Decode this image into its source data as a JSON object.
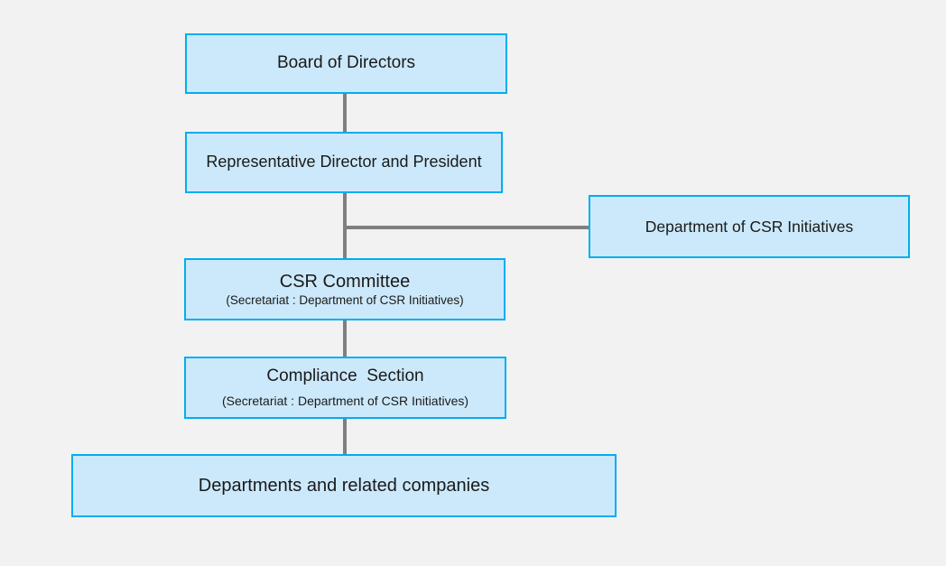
{
  "diagram": {
    "type": "org-chart",
    "colors": {
      "background": "#f2f2f2",
      "node_fill": "#cce9fb",
      "node_border": "#00aeef",
      "connector": "#7f7f7f",
      "text": "#1a1a1a"
    },
    "nodes": [
      {
        "id": "board-of-directors",
        "title": "Board of Directors"
      },
      {
        "id": "representative-director-and-president",
        "title": "Representative Director and President"
      },
      {
        "id": "department-of-csr-initiatives",
        "title": "Department of CSR Initiatives"
      },
      {
        "id": "csr-committee",
        "title": "CSR Committee",
        "subtitle": "(Secretariat : Department of CSR Initiatives)"
      },
      {
        "id": "compliance-section",
        "title": "Compliance  Section",
        "subtitle": "(Secretariat : Department of CSR Initiatives)"
      },
      {
        "id": "departments-and-related-companies",
        "title": "Departments and related companies"
      }
    ],
    "edges": [
      {
        "from": "board-of-directors",
        "to": "representative-director-and-president"
      },
      {
        "from": "representative-director-and-president",
        "to": "csr-committee"
      },
      {
        "from": "representative-director-and-president",
        "to": "department-of-csr-initiatives"
      },
      {
        "from": "csr-committee",
        "to": "compliance-section"
      },
      {
        "from": "compliance-section",
        "to": "departments-and-related-companies"
      }
    ]
  }
}
